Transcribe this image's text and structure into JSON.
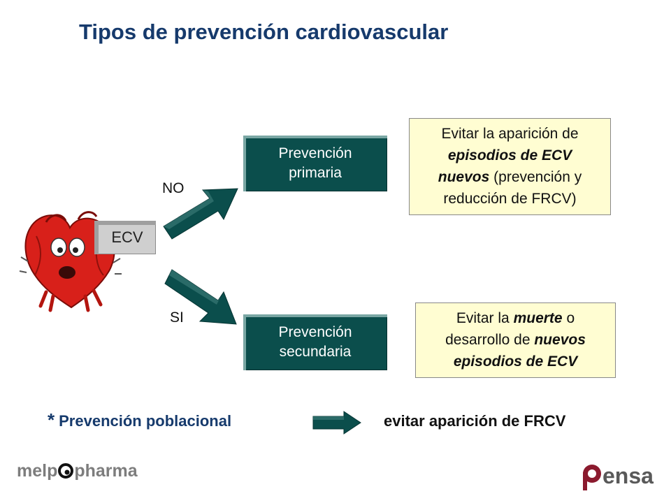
{
  "title": "Tipos de prevención cardiovascular",
  "ecv_label": "ECV",
  "branch_no": "NO",
  "branch_si": "SI",
  "primary": {
    "line1": "Prevención",
    "line2": "primaria"
  },
  "secondary": {
    "line1": "Prevención",
    "line2": "secundaria"
  },
  "note_primary": {
    "l1": "Evitar la aparición de",
    "l2_em": "episodios de ECV",
    "l3_em": "nuevos",
    "l3_rest": " (prevención y",
    "l4": "reducción de FRCV)"
  },
  "note_secondary": {
    "l1_a": "Evitar la ",
    "l1_em": "muerte",
    "l1_b": " o",
    "l2_a": "desarrollo de ",
    "l2_em": "nuevos",
    "l3_em": "episodios de ECV"
  },
  "footer": {
    "star": "*",
    "left": "Prevención poblacional",
    "right": "evitar aparición de FRCV"
  },
  "logos": {
    "left_a": "melp",
    "left_b": "pharma",
    "right": "ensa"
  },
  "colors": {
    "title": "#163a6c",
    "box_fill": "#0b4e4c",
    "note_fill": "#fffdd2",
    "arrow": "#0b4e4c"
  },
  "icons": [
    "scared-heart-icon",
    "arrow-up-right-icon",
    "arrow-down-right-icon",
    "arrow-right-icon"
  ]
}
